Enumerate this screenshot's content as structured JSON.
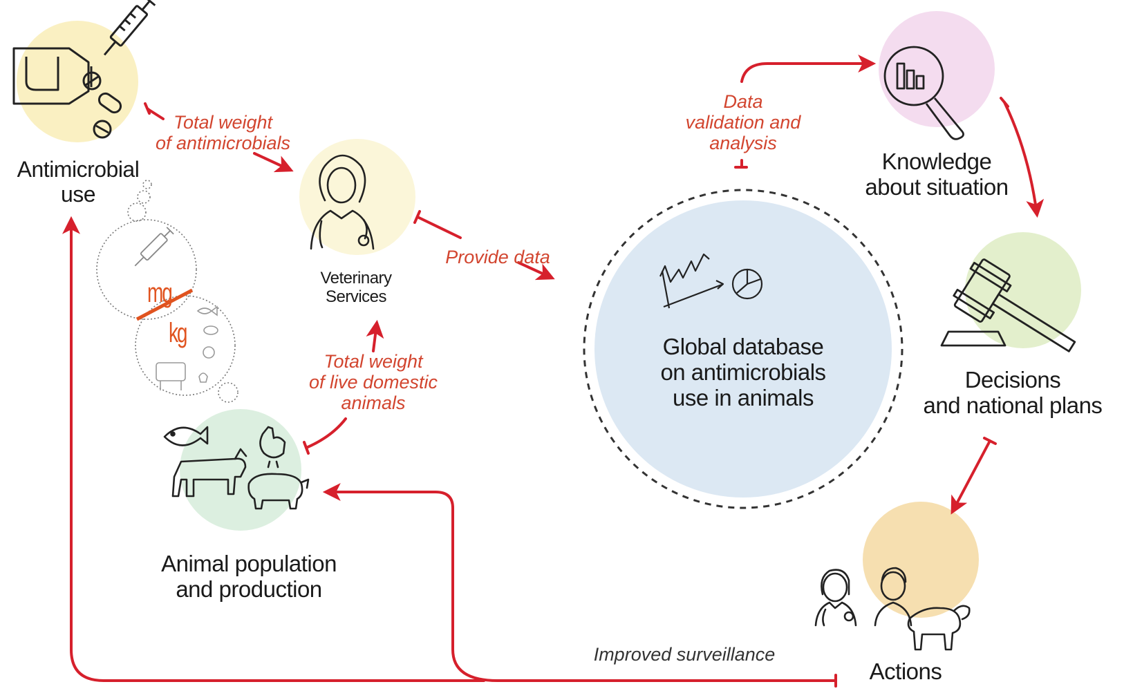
{
  "diagram": {
    "colors": {
      "arrow": "#d6202c",
      "flow_text": "#d2452f",
      "unit_text": "#e0531f",
      "amu_circle": "#faf0c2",
      "vet_circle": "#fbf6d9",
      "animal_circle": "#dcefe0",
      "db_circle": "#dce8f3",
      "knowledge_circle": "#f4dcef",
      "decisions_circle": "#e3efcc",
      "actions_circle": "#f6dfb0"
    },
    "nodes": {
      "antimicrobial_use": {
        "lines": [
          "Antimicrobial",
          "use"
        ],
        "icon": "vial-syringe-pills-icon"
      },
      "veterinary_services": {
        "lines": [
          "Veterinary",
          "Services"
        ],
        "icon": "veterinarian-icon"
      },
      "animal_population": {
        "lines": [
          "Animal population",
          "and production"
        ],
        "icon": "livestock-icon"
      },
      "global_database": {
        "lines": [
          "Global database",
          "on antimicrobials",
          "use in animals"
        ],
        "icon": "charts-icon"
      },
      "knowledge": {
        "lines": [
          "Knowledge",
          "about situation"
        ],
        "icon": "magnifier-chart-icon"
      },
      "decisions": {
        "lines": [
          "Decisions",
          "and national plans"
        ],
        "icon": "gavel-icon"
      },
      "actions": {
        "lines": [
          "Actions"
        ],
        "icon": "people-sheep-icon"
      }
    },
    "flows": {
      "total_weight_antimicrobials": {
        "lines": [
          "Total weight",
          "of antimicrobials"
        ]
      },
      "provide_data": {
        "lines": [
          "Provide data"
        ]
      },
      "total_weight_animals": {
        "lines": [
          "Total weight",
          "of live domestic",
          "animals"
        ]
      },
      "data_validation": {
        "lines": [
          "Data",
          "validation and",
          "analysis"
        ]
      },
      "improved_surveillance": {
        "lines": [
          "Improved surveillance"
        ]
      }
    },
    "ratio": {
      "numerator": "mg",
      "denominator": "kg"
    }
  }
}
